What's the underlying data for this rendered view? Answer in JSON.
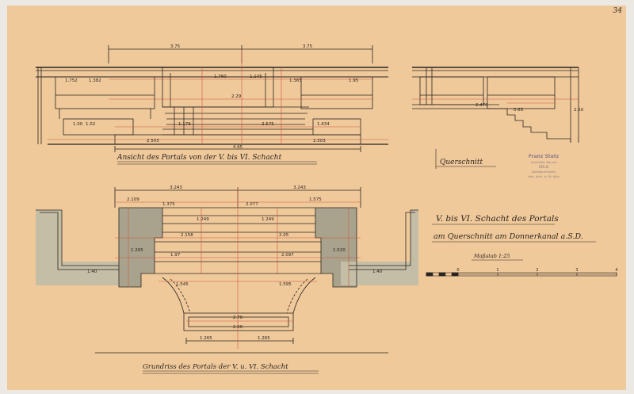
{
  "sheet": {
    "page_number": "34",
    "paper_color": "#f0c99b",
    "ink_color": "#2a2520",
    "red_line_color": "#d0553f",
    "shade_color": "#b9b39c"
  },
  "titles": {
    "elevation": "Ansicht des Portals von der V. bis VI. Schacht",
    "cross_section": "Querschnitt",
    "plan": "Grundriss des Portals der V. u. VI. Schacht",
    "main_1": "V. bis VI. Schacht des Portals",
    "main_2": "am Querschnitt am Donnerkanal a.S.D.",
    "scale": "Maßstab 1:25"
  },
  "stamp": {
    "line1": "Franz Statz",
    "line2": "Architekt, Baurat",
    "line3": "KÖLN",
    "line4": "Dombaumeister",
    "line5": "Hist. Arch. d. St. Köln"
  },
  "dimensions": {
    "elev_half_left": "3.75",
    "elev_half_right": "3.75",
    "elev_w1": "1.752",
    "elev_w2": "1.382",
    "elev_w3": "1.760",
    "elev_w4": "1.145",
    "elev_w5": "1.365",
    "elev_w6": "1.95",
    "elev_center": "2.29",
    "elev_r1": "1.179",
    "elev_r2": "2.575",
    "elev_r3": "1.434",
    "elev_b1": "2.503",
    "elev_b2": "2.503",
    "elev_total": "4.95",
    "elev_h1": "1.00",
    "elev_h2": "1.02",
    "cs_w1": "2.470",
    "cs_w2": "0.63",
    "cs_h": "2.50",
    "plan_half_left": "3.243",
    "plan_half_right": "3.243",
    "plan_t1": "2.109",
    "plan_t2": "1.375",
    "plan_t3": "2.077",
    "plan_t4": "1.575",
    "plan_m1": "1.249",
    "plan_m2": "1.249",
    "plan_c1": "2.158",
    "plan_c2": "2.05",
    "plan_c3": "1.97",
    "plan_c4": "2.097",
    "plan_c5": "1.545",
    "plan_c6": "1.595",
    "plan_side_l": "1.40",
    "plan_side_r": "1.40",
    "plan_v1": "1.265",
    "plan_v2": "1.520",
    "plan_bot1": "2.70",
    "plan_bot2": "2.00",
    "plan_bot3": "1.265",
    "plan_bot4": "1.265"
  },
  "scale_ticks": [
    "0",
    "1",
    "2",
    "3",
    "4"
  ]
}
